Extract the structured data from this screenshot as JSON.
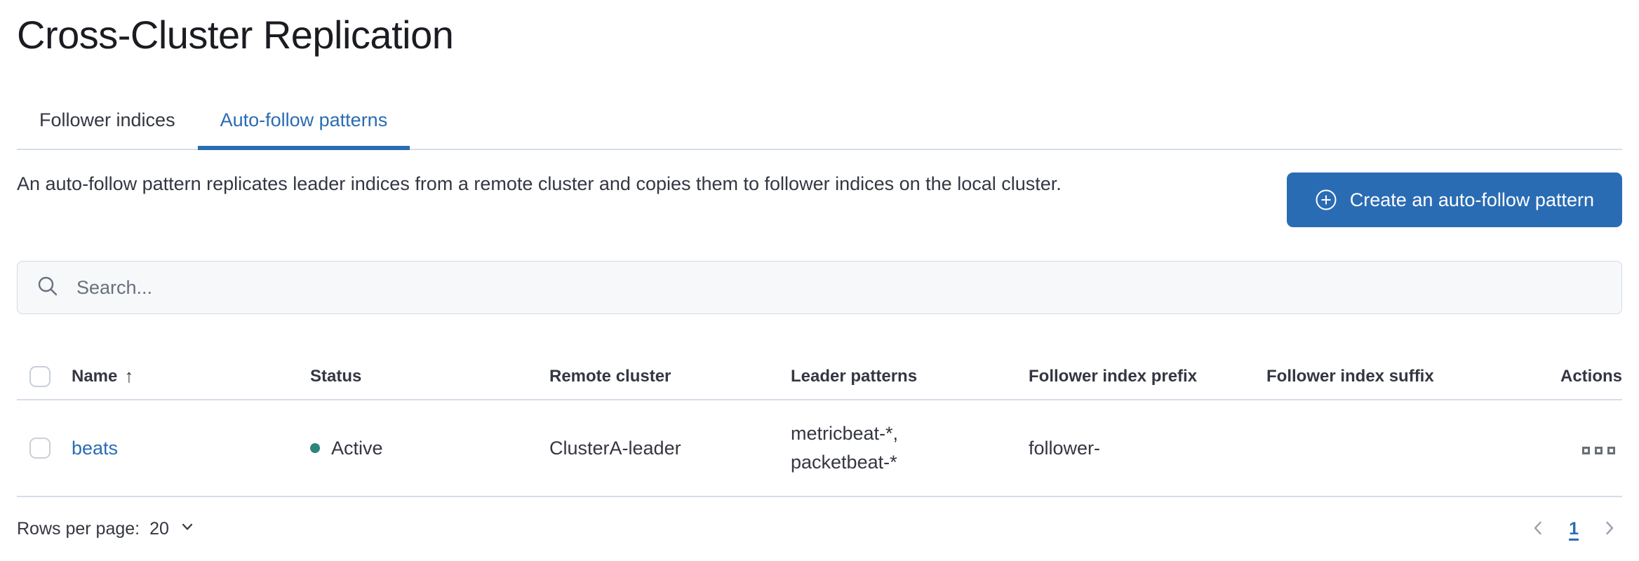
{
  "header": {
    "title": "Cross-Cluster Replication"
  },
  "tabs": [
    {
      "label": "Follower indices",
      "active": false
    },
    {
      "label": "Auto-follow patterns",
      "active": true
    }
  ],
  "intro": {
    "description": "An auto-follow pattern replicates leader indices from a remote cluster and copies them to follower indices on the local cluster.",
    "create_button_label": "Create an auto-follow pattern"
  },
  "search": {
    "placeholder": "Search...",
    "value": ""
  },
  "table": {
    "sort_icon": "↑",
    "columns": [
      {
        "label": "Name",
        "sorted": "ascending"
      },
      {
        "label": "Status"
      },
      {
        "label": "Remote cluster"
      },
      {
        "label": "Leader patterns"
      },
      {
        "label": "Follower index prefix"
      },
      {
        "label": "Follower index suffix"
      },
      {
        "label": "Actions"
      }
    ],
    "rows": [
      {
        "name": "beats",
        "status": "Active",
        "remote_cluster": "ClusterA-leader",
        "leader_patterns": "metricbeat-*,\npacketbeat-*",
        "follower_index_prefix": "follower-",
        "follower_index_suffix": ""
      }
    ]
  },
  "footer": {
    "rows_per_page_label": "Rows per page:",
    "rows_per_page_value": "20",
    "current_page": "1"
  },
  "icons": {
    "create_button": "plus-in-circle",
    "search": "magnifier",
    "sort": "arrow-up",
    "row_actions": "boxes-horizontal",
    "rows_per_page": "chevron-down",
    "prev_page": "chevron-left",
    "next_page": "chevron-right"
  },
  "colors": {
    "accent_blue": "#2a6cb4",
    "link_blue": "#2a6cb4",
    "status_active_teal": "#2e857a",
    "divider": "#d6dde9",
    "text": "#343741",
    "muted_gray": "#69707d",
    "disabled_chevron": "#9aa3b0"
  }
}
